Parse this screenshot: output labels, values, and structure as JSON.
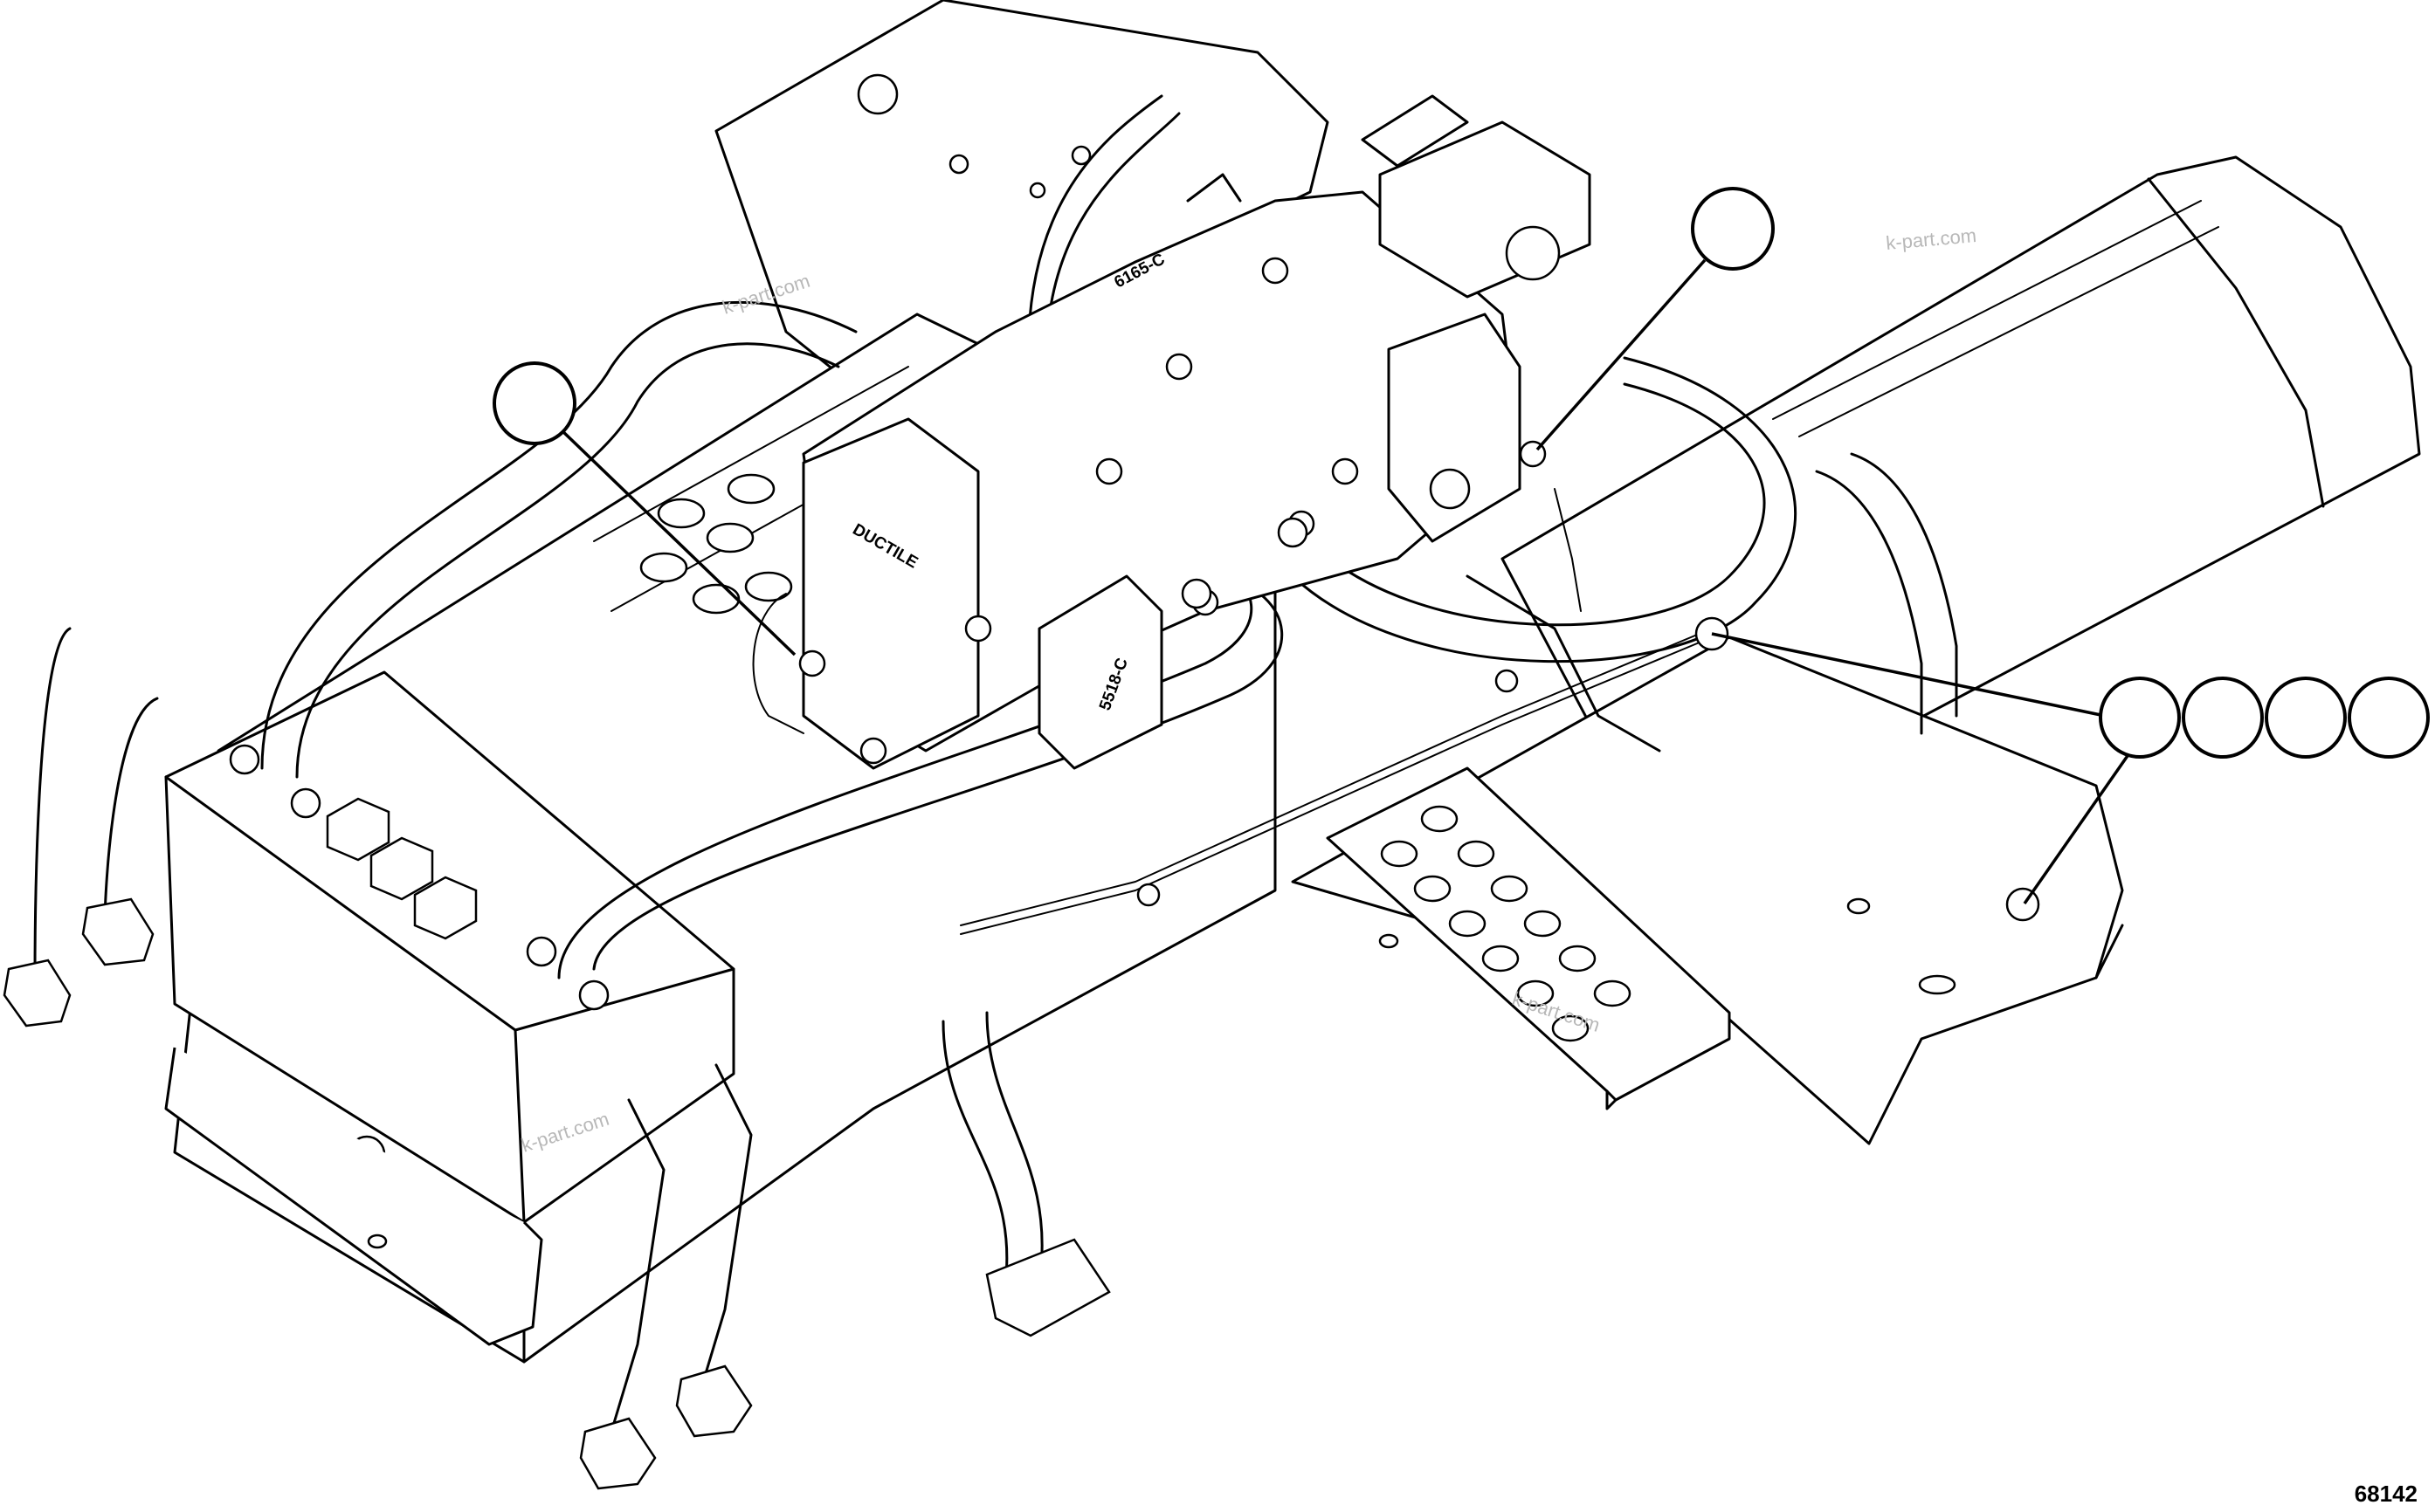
{
  "figure_number": "68142",
  "watermark_text": "k-part.com",
  "part_stamps": {
    "pump_brand": "DUCTILE",
    "valve_code_top": "6165-C",
    "valve_code_mid": "5518-C"
  },
  "callouts": {
    "left_pump_sensor": {
      "label": ""
    },
    "right_pump_sensor": {
      "label": ""
    },
    "harness_clip_group": [
      {
        "label": ""
      },
      {
        "label": ""
      },
      {
        "label": ""
      },
      {
        "label": ""
      }
    ]
  },
  "colors": {
    "line": "#000000",
    "background": "#ffffff",
    "watermark": "#b8b8b8"
  }
}
